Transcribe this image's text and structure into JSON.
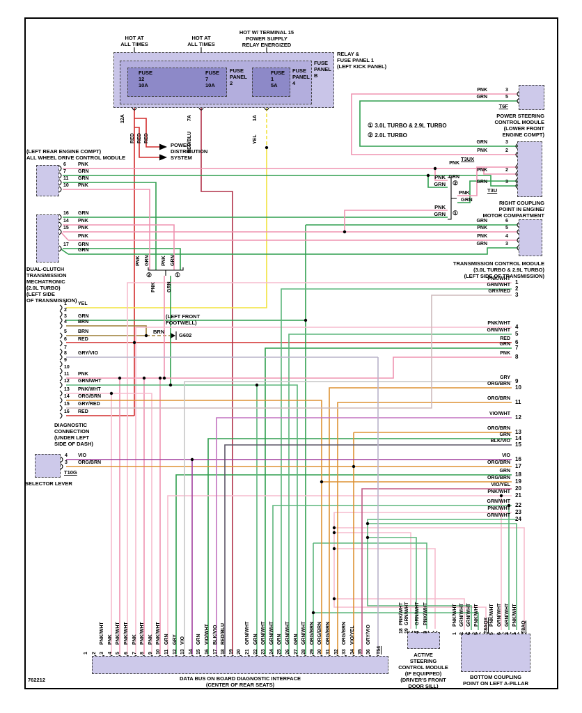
{
  "id_label": "762212",
  "colors": {
    "pnk": "#ef93b0",
    "pnkwht": "#f6bccd",
    "grn": "#2f9e4e",
    "grnwht": "#5cb67b",
    "red": "#d22b2b",
    "redblu": "#b03048",
    "yel": "#f2e33c",
    "brn": "#9b7d33",
    "orgbrn": "#dd9233",
    "vio": "#a23f9e",
    "viowht": "#c272c0",
    "vioyel": "#c25a86",
    "gry": "#c6c6c6",
    "gryvio": "#b9b3c9",
    "gryred": "#cdbabc",
    "blkvio": "#5c5566",
    "mod": "#cdc9ea",
    "panel_outer": "#c9c5e8",
    "panel_mid": "#b3aedd",
    "panel_inner": "#8d89c8"
  },
  "power": {
    "feed1": "HOT AT\nALL TIMES",
    "feed2": "HOT AT\nALL TIMES",
    "feed3": "HOT W/ TERMINAL 15\nPOWER SUPPLY\nRELAY ENERGIZED",
    "relay_panel": "RELAY &\nFUSE PANEL 1\n(LEFT KICK PANEL)",
    "panel_b": "FUSE\nPANEL\nB",
    "panel_2": "FUSE\nPANEL\n2",
    "panel_4": "FUSE\nPANEL\n4",
    "fuse1": "FUSE\n12\n10A",
    "fuse2": "FUSE\n7\n10A",
    "fuse3": "FUSE\n1\n5A",
    "amp1": "12A",
    "amp2": "7A",
    "amp3": "1A",
    "red1": "RED",
    "red2": "RED",
    "red3": "RED",
    "redblu": "RED/BLU",
    "yel": "YEL",
    "pds": "POWER\nDISTRIBUTION\nSYSTEM"
  },
  "legend": {
    "s1": "①",
    "l1": "3.0L TURBO & 2.9L TURBO",
    "s2": "②",
    "l2": "2.0L TURBO"
  },
  "junction_left": {
    "pair_labels": [
      "PNK",
      "GRN",
      "PNK",
      "GRN"
    ],
    "merged": [
      "PNK",
      "GRN"
    ],
    "c2": "②",
    "c1": "①"
  },
  "junction_right": {
    "p2": [
      "PNK",
      "GRN"
    ],
    "p1": [
      "PNK",
      "GRN"
    ],
    "merged": [
      "PNK",
      "GRN"
    ],
    "c2": "②",
    "c1": "①"
  },
  "modules": {
    "awd": {
      "title": "(LEFT REAR ENGINE COMPT)\nALL WHEEL DRIVE CONTROL MODULE",
      "pins": [
        {
          "n": "6",
          "w": "PNK"
        },
        {
          "n": "7",
          "w": "GRN"
        },
        {
          "n": "11",
          "w": "GRN"
        },
        {
          "n": "10",
          "w": "PNK"
        }
      ]
    },
    "dcm": {
      "title": "DUAL-CLUTCH\nTRANSMISSION\nMECHATRONIC\n(2.0L TURBO)\n(LEFT SIDE\nOF TRANSMISSION)",
      "pins": [
        {
          "n": "16",
          "w": "GRN"
        },
        {
          "n": "14",
          "w": "PNK"
        },
        {
          "n": "15",
          "w": "PNK"
        },
        {
          "n": "",
          "w": "PNK"
        },
        {
          "n": "17",
          "w": "GRN"
        },
        {
          "n": "",
          "w": "GRN"
        }
      ]
    },
    "diag": {
      "title": "DIAGNOSTIC\nCONNECTION\n(UNDER LEFT\nSIDE OF DASH)",
      "pins": [
        {
          "n": "1",
          "w": "YEL"
        },
        {
          "n": "2",
          "w": ""
        },
        {
          "n": "3",
          "w": "GRN"
        },
        {
          "n": "4",
          "w": "BRN"
        },
        {
          "n": "5",
          "w": "BRN"
        },
        {
          "n": "6",
          "w": "RED"
        },
        {
          "n": "7",
          "w": ""
        },
        {
          "n": "8",
          "w": "GRY/VIO"
        },
        {
          "n": "9",
          "w": ""
        },
        {
          "n": "10",
          "w": ""
        },
        {
          "n": "11",
          "w": "PNK"
        },
        {
          "n": "12",
          "w": "GRN/WHT"
        },
        {
          "n": "13",
          "w": "PNK/WHT"
        },
        {
          "n": "14",
          "w": "ORG/BRN"
        },
        {
          "n": "15",
          "w": "GRY/RED"
        },
        {
          "n": "16",
          "w": "RED"
        }
      ]
    },
    "ground": {
      "loc": "(LEFT FRONT\nFOOTWELL)",
      "name": "G602",
      "wire": "BRN"
    },
    "selector": {
      "title": "SELECTOR LEVER",
      "conn": "T10G",
      "pins": [
        {
          "n": "4",
          "w": "VIO"
        },
        {
          "n": "3",
          "w": "ORG/BRN"
        }
      ]
    },
    "ps": {
      "title": "POWER STEERING\nCONTROL MODULE\n(LOWER FRONT\nENGINE COMPT)",
      "conn": "T6F",
      "pins": [
        {
          "n": "3",
          "w": "PNK"
        },
        {
          "n": "5",
          "w": "GRN"
        }
      ]
    },
    "rcp": {
      "title": "RIGHT COUPLING\nPOINT IN ENGINE/\nMOTOR COMPARTMENT",
      "conn_top": "T3UX",
      "conn_bot": "T3U",
      "pins_top": [
        {
          "n": "3",
          "w": "GRN"
        },
        {
          "n": "2",
          "w": "PNK"
        }
      ],
      "pins_bot": [
        {
          "n": "",
          "w": "PNK"
        },
        {
          "n": "2",
          "w": "PNK"
        },
        {
          "n": "",
          "w": "GRN"
        },
        {
          "n": "3",
          "w": "GRN"
        }
      ]
    },
    "tcm": {
      "title": "TRANSMISSION CONTROL MODULE\n(3.0L TURBO & 2.9L TURBO)\n(LEFT SIDE OF TRANSMISSION)",
      "pins": [
        {
          "n": "6",
          "w": "GRN"
        },
        {
          "n": "5",
          "w": "PNK"
        },
        {
          "n": "4",
          "w": "PNK"
        },
        {
          "n": "3",
          "w": "GRN"
        }
      ]
    },
    "asm": {
      "title": "ACTIVE\nSTEERING\nCONTROL MODULE\n(IF EQUIPPED)\n(DRIVER'S FRONT\nDOOR SILL)",
      "pins": [
        {
          "n": "18",
          "w": "PNK/WHT"
        },
        {
          "n": "19",
          "w": "GRN/WHT"
        },
        {
          "n": "4",
          "w": "GRN/WHT"
        },
        {
          "n": "3",
          "w": "PNK/WHT"
        }
      ]
    },
    "bcp": {
      "title": "BOTTOM COUPLING\nPOINT ON LEFT A-PILLAR",
      "conn_left": "T8AQX",
      "conn_right": "T8AQ",
      "pins_left": [
        {
          "n": "1",
          "w": "PNK/WHT"
        },
        {
          "n": "2",
          "w": "GRN/WHT"
        },
        {
          "n": "6",
          "w": "GRN/WHT"
        },
        {
          "n": "5",
          "w": "PNK/WHT"
        }
      ],
      "pins_right": [
        {
          "n": "5",
          "w": "PNK/WHT"
        },
        {
          "n": "6",
          "w": "GRN/WHT"
        },
        {
          "n": "2",
          "w": "GRN/WHT"
        },
        {
          "n": "1",
          "w": "PNK/WHT"
        }
      ]
    },
    "bus": {
      "title": "DATA BUS ON BOARD DIAGNOSTIC INTERFACE\n(CENTER OF REAR SEATS)",
      "conn": "T54",
      "pins": [
        "",
        "",
        "PNK/WHT",
        "PNK",
        "PNK/WHT",
        "PNK/WHT",
        "PNK",
        "PNK/WHT",
        "PNK",
        "PNK/WHT",
        "GRN",
        "GRY",
        "VIO",
        "",
        "GRN",
        "VIO/WHT",
        "BLK/VIO",
        "RED/BLU",
        "",
        "",
        "GRN/WHT",
        "GRN",
        "GRN/WHT",
        "GRN/WHT",
        "GRN",
        "GRN/WHT",
        "GRN",
        "GRN/WHT",
        "ORG/BRN",
        "ORG/BRN",
        "ORG/BRN",
        "",
        "ORG/BRN",
        "VIO/YEL",
        "",
        "GRY/VIO"
      ]
    }
  },
  "right_edge": {
    "rows": [
      {
        "n": "1",
        "w": "PNK/WHT"
      },
      {
        "n": "2",
        "w": "GRN/WHT"
      },
      {
        "n": "3",
        "w": "GRY/RED"
      },
      {
        "n": "4",
        "w": "PNK/WHT"
      },
      {
        "n": "5",
        "w": "GRN/WHT"
      },
      {
        "n": "6",
        "w": "RED"
      },
      {
        "n": "7",
        "w": "GRN"
      },
      {
        "n": "8",
        "w": "PNK"
      },
      {
        "n": "9",
        "w": "GRY"
      },
      {
        "n": "10",
        "w": "ORG/BRN"
      },
      {
        "n": "11",
        "w": "ORG/BRN"
      },
      {
        "n": "12",
        "w": "VIO/WHT"
      },
      {
        "n": "13",
        "w": "ORG/BRN"
      },
      {
        "n": "14",
        "w": "GRN"
      },
      {
        "n": "15",
        "w": "BLK/VIO"
      },
      {
        "n": "16",
        "w": "VIO"
      },
      {
        "n": "17",
        "w": "ORG/BRN"
      },
      {
        "n": "18",
        "w": "GRN"
      },
      {
        "n": "19",
        "w": "ORG/BRN"
      },
      {
        "n": "20",
        "w": "VIO/YEL"
      },
      {
        "n": "21",
        "w": "PNK/WHT"
      },
      {
        "n": "22",
        "w": "GRN/WHT"
      },
      {
        "n": "23",
        "w": "PNK/WHT"
      },
      {
        "n": "24",
        "w": "GRN/WHT"
      }
    ]
  }
}
